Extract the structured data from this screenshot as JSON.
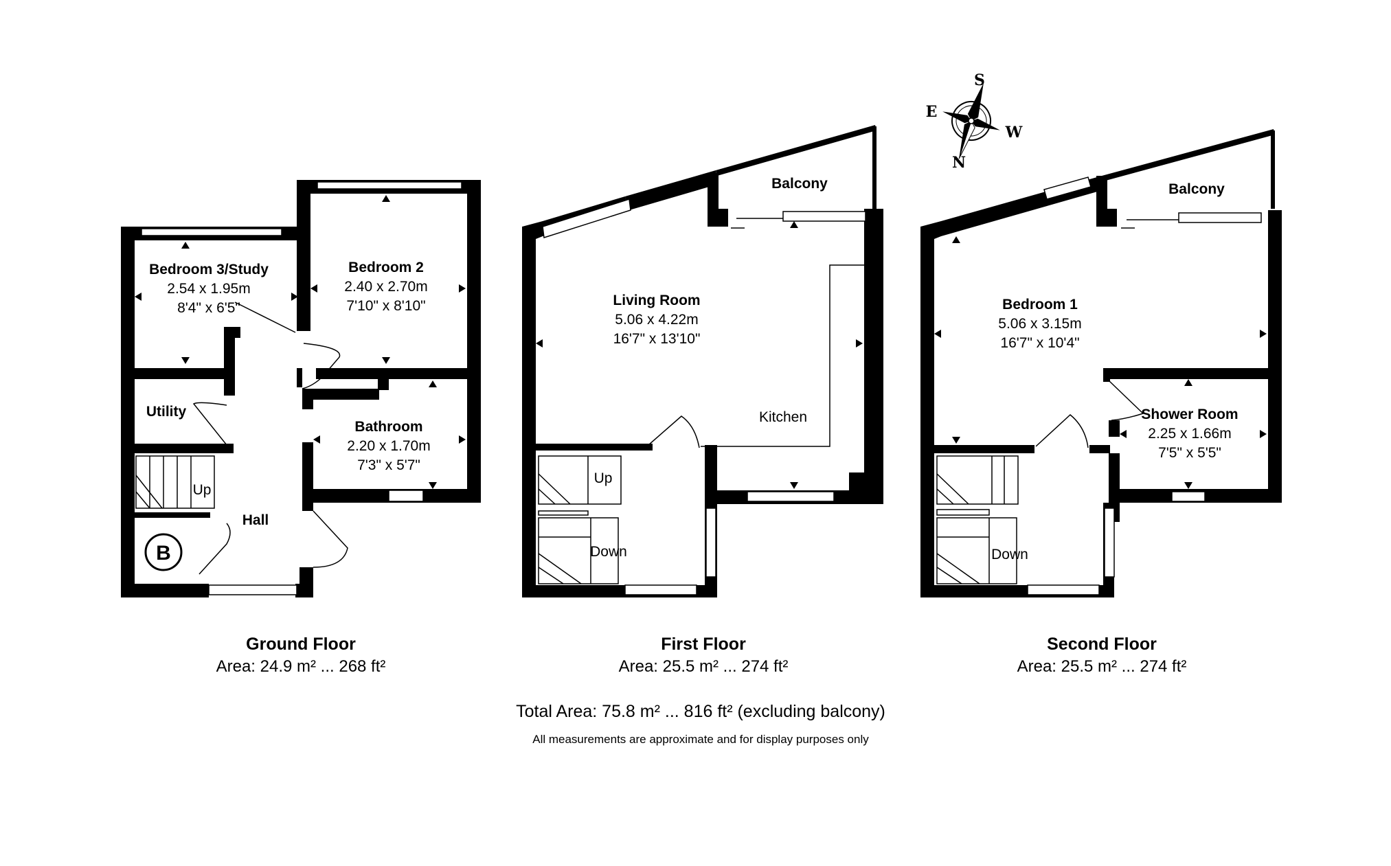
{
  "floors": [
    {
      "name": "Ground Floor",
      "area": "Area: 24.9 m² ... 268 ft²",
      "rooms": [
        {
          "name": "Bedroom 3/Study",
          "metric": "2.54 x 1.95m",
          "imperial": "8'4\" x 6'5\""
        },
        {
          "name": "Bedroom 2",
          "metric": "2.40 x 2.70m",
          "imperial": "7'10\" x 8'10\""
        },
        {
          "name": "Utility"
        },
        {
          "name": "Bathroom",
          "metric": "2.20 x 1.70m",
          "imperial": "7'3\" x 5'7\""
        },
        {
          "name": "Hall"
        }
      ],
      "labels": {
        "stairs_up": "Up",
        "boiler": "B"
      }
    },
    {
      "name": "First Floor",
      "area": "Area: 25.5 m² ... 274 ft²",
      "rooms": [
        {
          "name": "Living Room",
          "metric": "5.06 x 4.22m",
          "imperial": "16'7\" x 13'10\""
        },
        {
          "name": "Balcony"
        }
      ],
      "labels": {
        "kitchen": "Kitchen",
        "stairs_up": "Up",
        "stairs_down": "Down"
      }
    },
    {
      "name": "Second Floor",
      "area": "Area: 25.5 m² ... 274 ft²",
      "rooms": [
        {
          "name": "Bedroom 1",
          "metric": "5.06 x 3.15m",
          "imperial": "16'7\" x 10'4\""
        },
        {
          "name": "Shower Room",
          "metric": "2.25 x 1.66m",
          "imperial": "7'5\" x 5'5\""
        },
        {
          "name": "Balcony"
        }
      ],
      "labels": {
        "stairs_down": "Down"
      }
    }
  ],
  "total_area": "Total Area: 75.8 m² ... 816 ft² (excluding balcony)",
  "disclaimer": "All measurements are approximate and for display purposes only",
  "compass": {
    "n": "N",
    "s": "S",
    "e": "E",
    "w": "W"
  }
}
